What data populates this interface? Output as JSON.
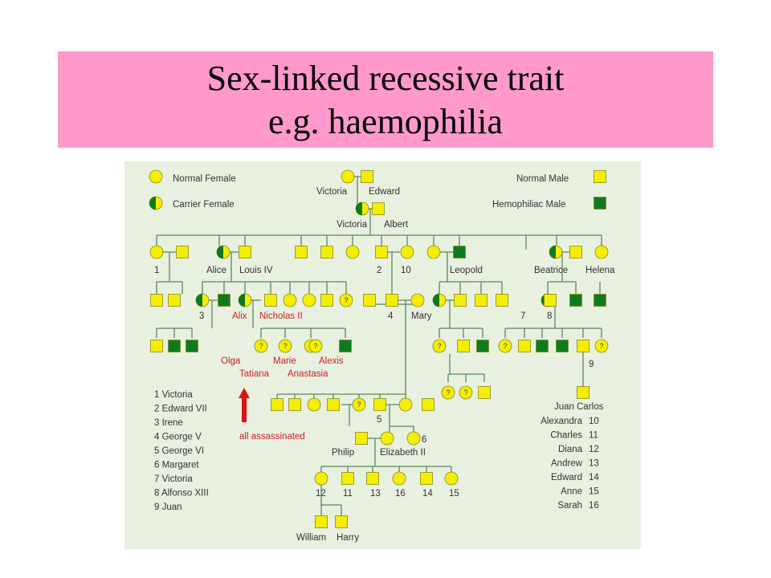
{
  "title": {
    "line1": "Sex-linked recessive trait",
    "line2": "e.g. haemophilia"
  },
  "colors": {
    "banner": "#ff99cc",
    "panel": "#e8f0e0",
    "normal": "#f4ee00",
    "affected": "#0e7a1e",
    "line": "#5a8a5a",
    "red_text": "#cc2222"
  },
  "legend": {
    "normal_female": "Normal Female",
    "carrier_female": "Carrier Female",
    "normal_male": "Normal Male",
    "hemophiliac_male": "Hemophiliac Male"
  },
  "names": {
    "victoria_top": "Victoria",
    "edward_top": "Edward",
    "victoria": "Victoria",
    "albert": "Albert",
    "n1": "1",
    "alice": "Alice",
    "louis_iv": "Louis IV",
    "n2": "2",
    "n10a": "10",
    "leopold": "Leopold",
    "beatrice": "Beatrice",
    "helena": "Helena",
    "n3": "3",
    "alix": "Alix",
    "nicholas_ii": "Nicholas II",
    "n4": "4",
    "mary": "Mary",
    "n7": "7",
    "n8": "8",
    "olga": "Olga",
    "marie": "Marie",
    "alexis": "Alexis",
    "tatiana": "Tatiana",
    "anastasia": "Anastasia",
    "n9": "9",
    "all_assassinated": "all assassinated",
    "n5": "5",
    "n6": "6",
    "philip": "Philip",
    "elizabeth_ii": "Elizabeth II",
    "n12": "12",
    "n11": "11",
    "n13": "13",
    "n16": "16",
    "n14": "14",
    "n15": "15",
    "william": "William",
    "harry": "Harry",
    "juan_carlos": "Juan Carlos",
    "question": "?"
  },
  "key_left": [
    "1  Victoria",
    "2  Edward VII",
    "3  Irene",
    "4  George V",
    "5  George VI",
    "6  Margaret",
    "7  Victoria",
    "8  Alfonso XIII",
    "9  Juan"
  ],
  "key_right": [
    {
      "name": "Alexandra",
      "num": "10"
    },
    {
      "name": "Charles",
      "num": "11"
    },
    {
      "name": "Diana",
      "num": "12"
    },
    {
      "name": "Andrew",
      "num": "13"
    },
    {
      "name": "Edward",
      "num": "14"
    },
    {
      "name": "Anne",
      "num": "15"
    },
    {
      "name": "Sarah",
      "num": "16"
    }
  ]
}
